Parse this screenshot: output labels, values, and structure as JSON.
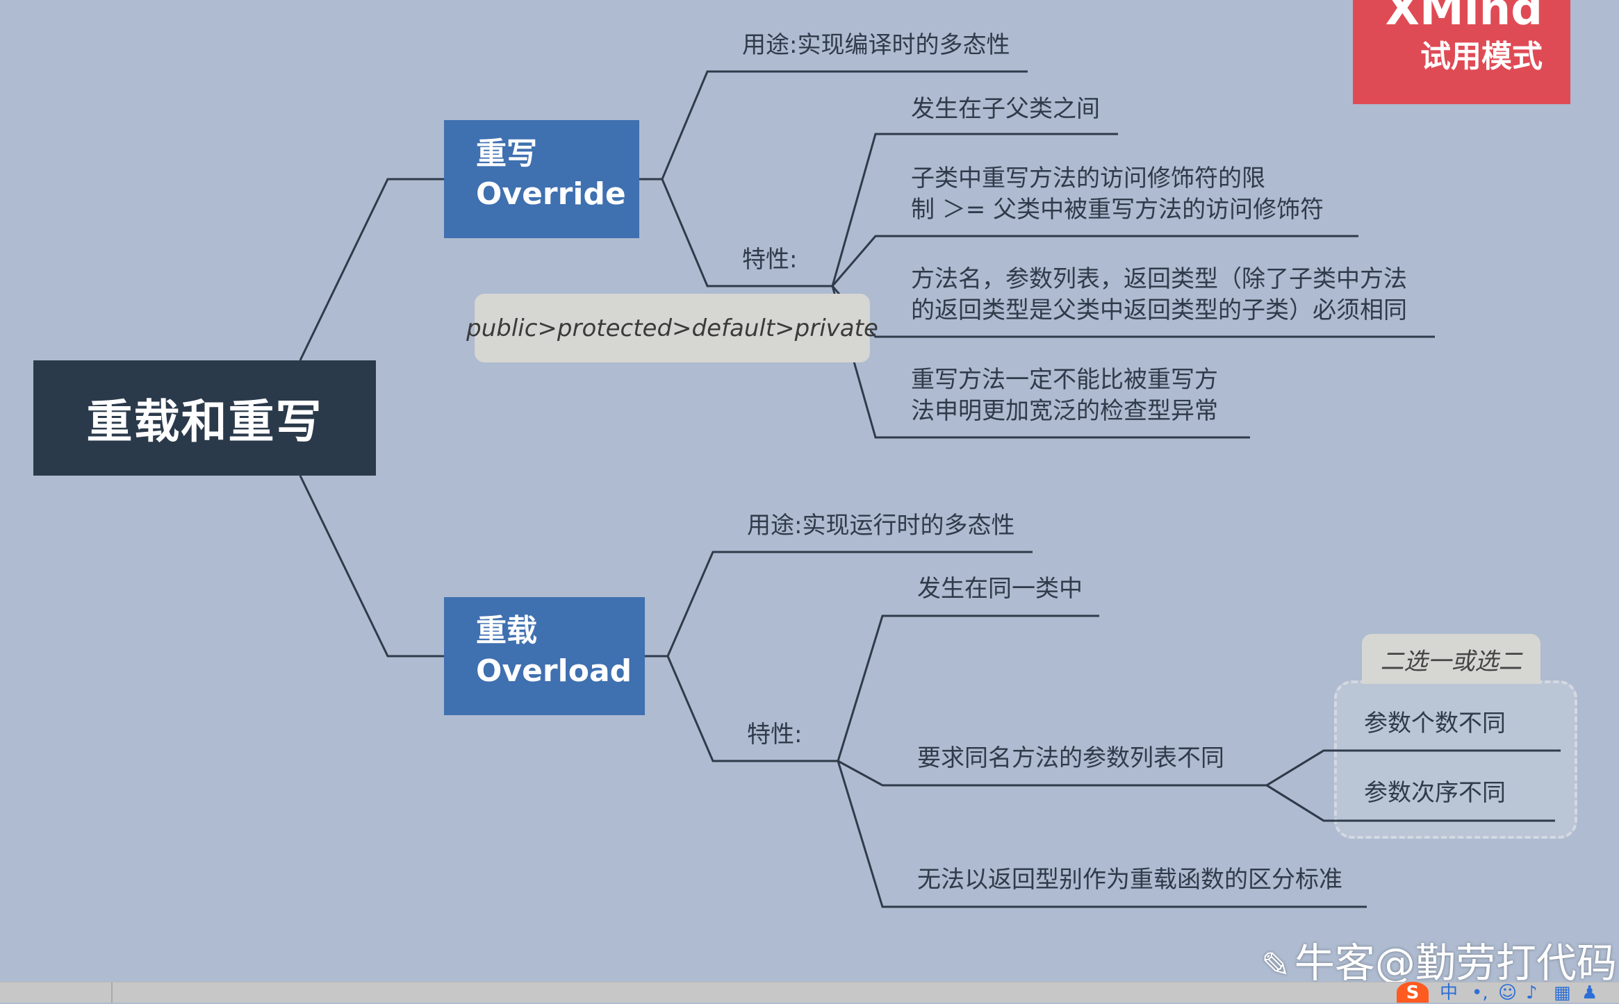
{
  "central_topic": "重载和重写",
  "override": {
    "title_cn": "重写",
    "title_en": "Override",
    "usage": "用途:实现编译时的多态性",
    "features_label": "特性:",
    "features": [
      "发生在子父类之间",
      "子类中重写方法的访问修饰符的限",
      "制 ＞= 父类中被重写方法的访问修饰符",
      "方法名，参数列表，返回类型（除了子类中方法",
      "的返回类型是父类中返回类型的子类）必须相同",
      "重写方法一定不能比被重写方",
      "法申明更加宽泛的检查型异常"
    ],
    "floating_note": "public>protected>default>private"
  },
  "overload": {
    "title_cn": "重载",
    "title_en": "Overload",
    "usage": "用途:实现运行时的多态性",
    "features_label": "特性:",
    "features": [
      "发生在同一类中",
      "要求同名方法的参数列表不同",
      "无法以返回型别作为重载函数的区分标准"
    ],
    "sub_features": [
      "参数个数不同",
      "参数次序不同"
    ],
    "boundary_label": "二选一或选二"
  },
  "watermark": {
    "brand": "XMind",
    "mode": "试用模式"
  },
  "footer_watermark": "牛客@勤劳打代码",
  "taskbar": {
    "ime_label": "中"
  },
  "colors": {
    "background": "#aebbd0",
    "central": "#2b3a4b",
    "branch": "#3f70b0",
    "line": "#2f3b4a",
    "watermark": "#df4b55"
  }
}
